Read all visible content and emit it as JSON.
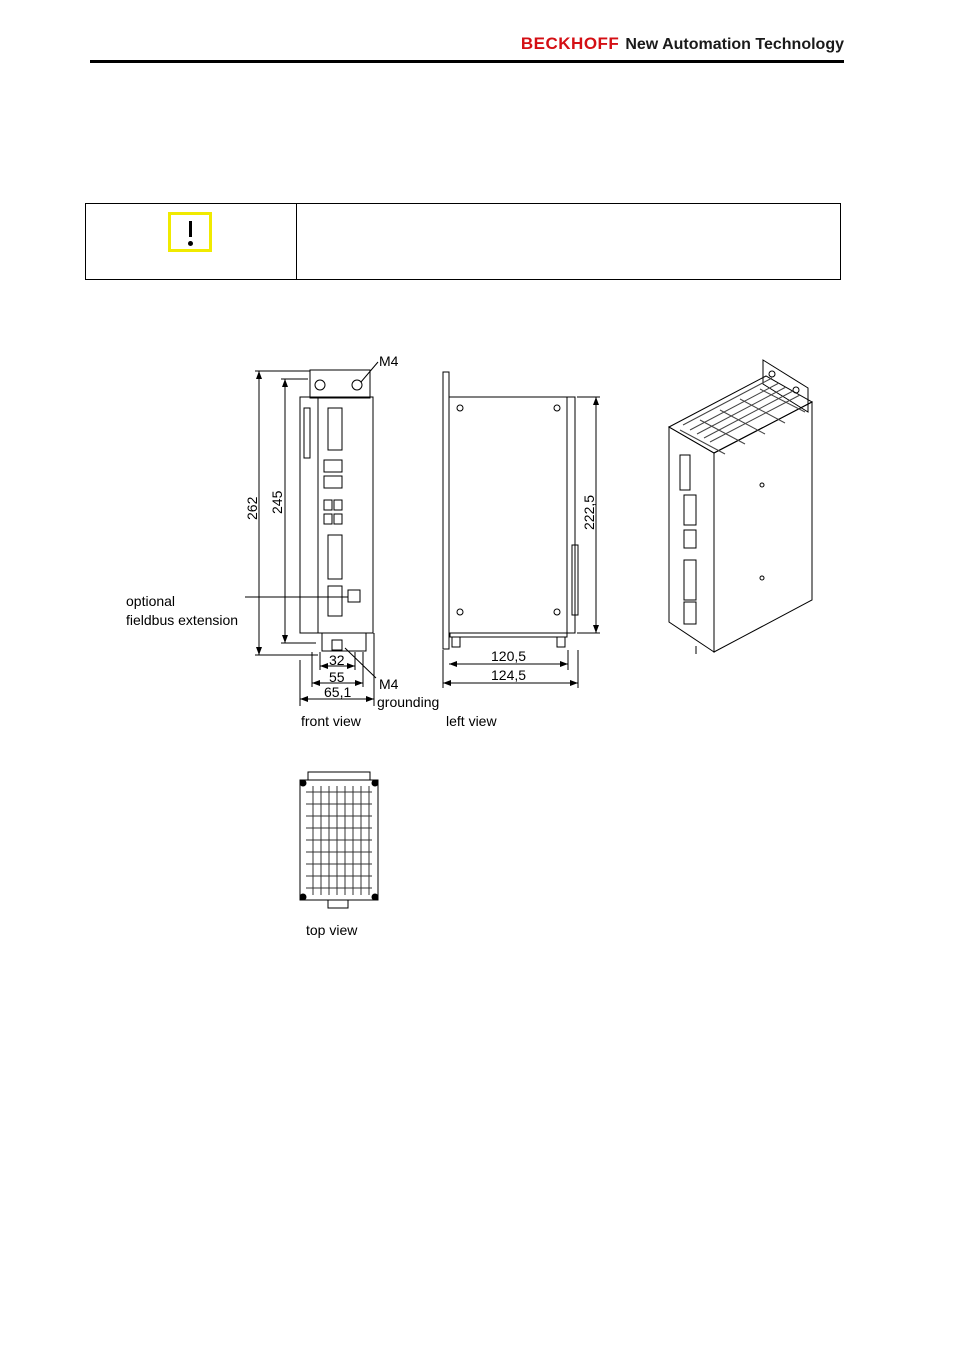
{
  "header": {
    "brand": "BECKHOFF",
    "tagline": "New Automation Technology"
  },
  "notice": {
    "icon": "exclamation-warning-icon",
    "text": ""
  },
  "drawing": {
    "labels": {
      "m4_top": "M4",
      "dim_262": "262",
      "dim_245": "245",
      "dim_222": "222,5",
      "fieldbus_1": "optional",
      "fieldbus_2": "fieldbus extension",
      "dim_32": "32",
      "dim_55": "55",
      "dim_651": "65,1",
      "m4_bottom": "M4",
      "grounding": "grounding",
      "dim_1205": "120,5",
      "dim_1245": "124,5",
      "front_view": "front view",
      "left_view": "left view",
      "top_view": "top view"
    }
  }
}
